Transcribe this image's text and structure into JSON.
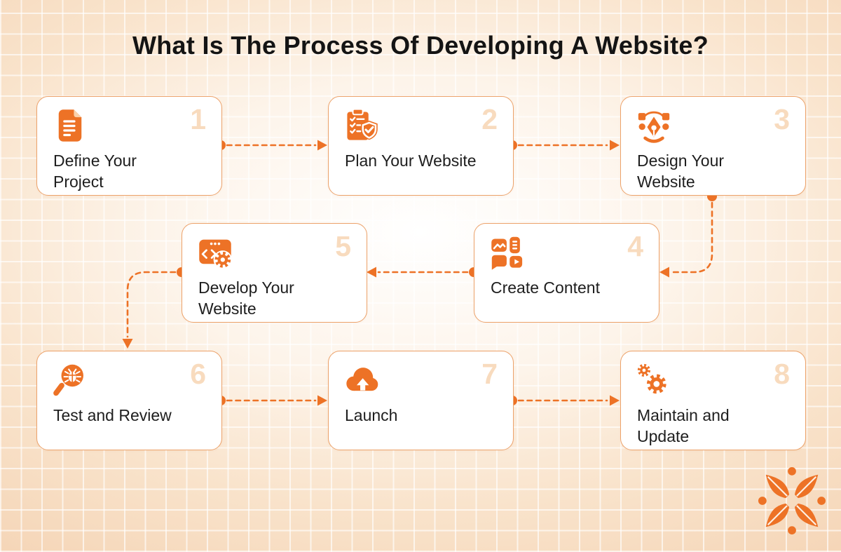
{
  "title": "What Is The Process Of Developing A Website?",
  "steps": [
    {
      "number": "1",
      "label": "Define Your Project",
      "icon": "document-icon"
    },
    {
      "number": "2",
      "label": "Plan Your Website",
      "icon": "clipboard-checklist-shield-icon"
    },
    {
      "number": "3",
      "label": "Design Your Website",
      "icon": "pen-tool-icon"
    },
    {
      "number": "4",
      "label": "Create Content",
      "icon": "media-content-grid-icon"
    },
    {
      "number": "5",
      "label": "Develop Your Website",
      "icon": "code-window-gear-icon"
    },
    {
      "number": "6",
      "label": "Test and Review",
      "icon": "bug-magnifier-icon"
    },
    {
      "number": "7",
      "label": "Launch",
      "icon": "cloud-upload-icon"
    },
    {
      "number": "8",
      "label": "Maintain and Update",
      "icon": "gears-icon"
    }
  ],
  "flow_sequence": [
    "Define Your Project",
    "Plan Your Website",
    "Design Your Website",
    "Create Content",
    "Develop Your Website",
    "Test and Review",
    "Launch",
    "Maintain and Update"
  ],
  "colors": {
    "accent": "#ED7226",
    "card_border": "#ECA26A",
    "step_number": "#F8DBBE",
    "card_background": "#FFFFFF",
    "background_edge": "#F5D6B8",
    "title_text": "#141414",
    "label_text": "#1E1E1E"
  },
  "logo": {
    "name": "four-point-compass-logo",
    "color": "#ED7226"
  }
}
